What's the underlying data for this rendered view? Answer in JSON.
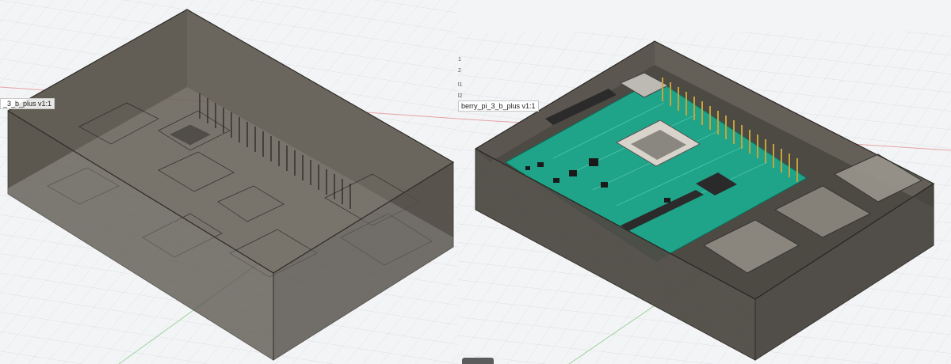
{
  "left_view": {
    "browser_label": "_3_b_plus v1:1"
  },
  "right_view": {
    "browser_label": "berry_pi_3_b_plus v1:1",
    "ticks": [
      "1",
      "2",
      "l1",
      "l2"
    ]
  },
  "colors": {
    "enclosure": "#5a554d",
    "pcb": "#1fa489",
    "grid": "#d9dce0",
    "background": "#f3f4f6"
  }
}
